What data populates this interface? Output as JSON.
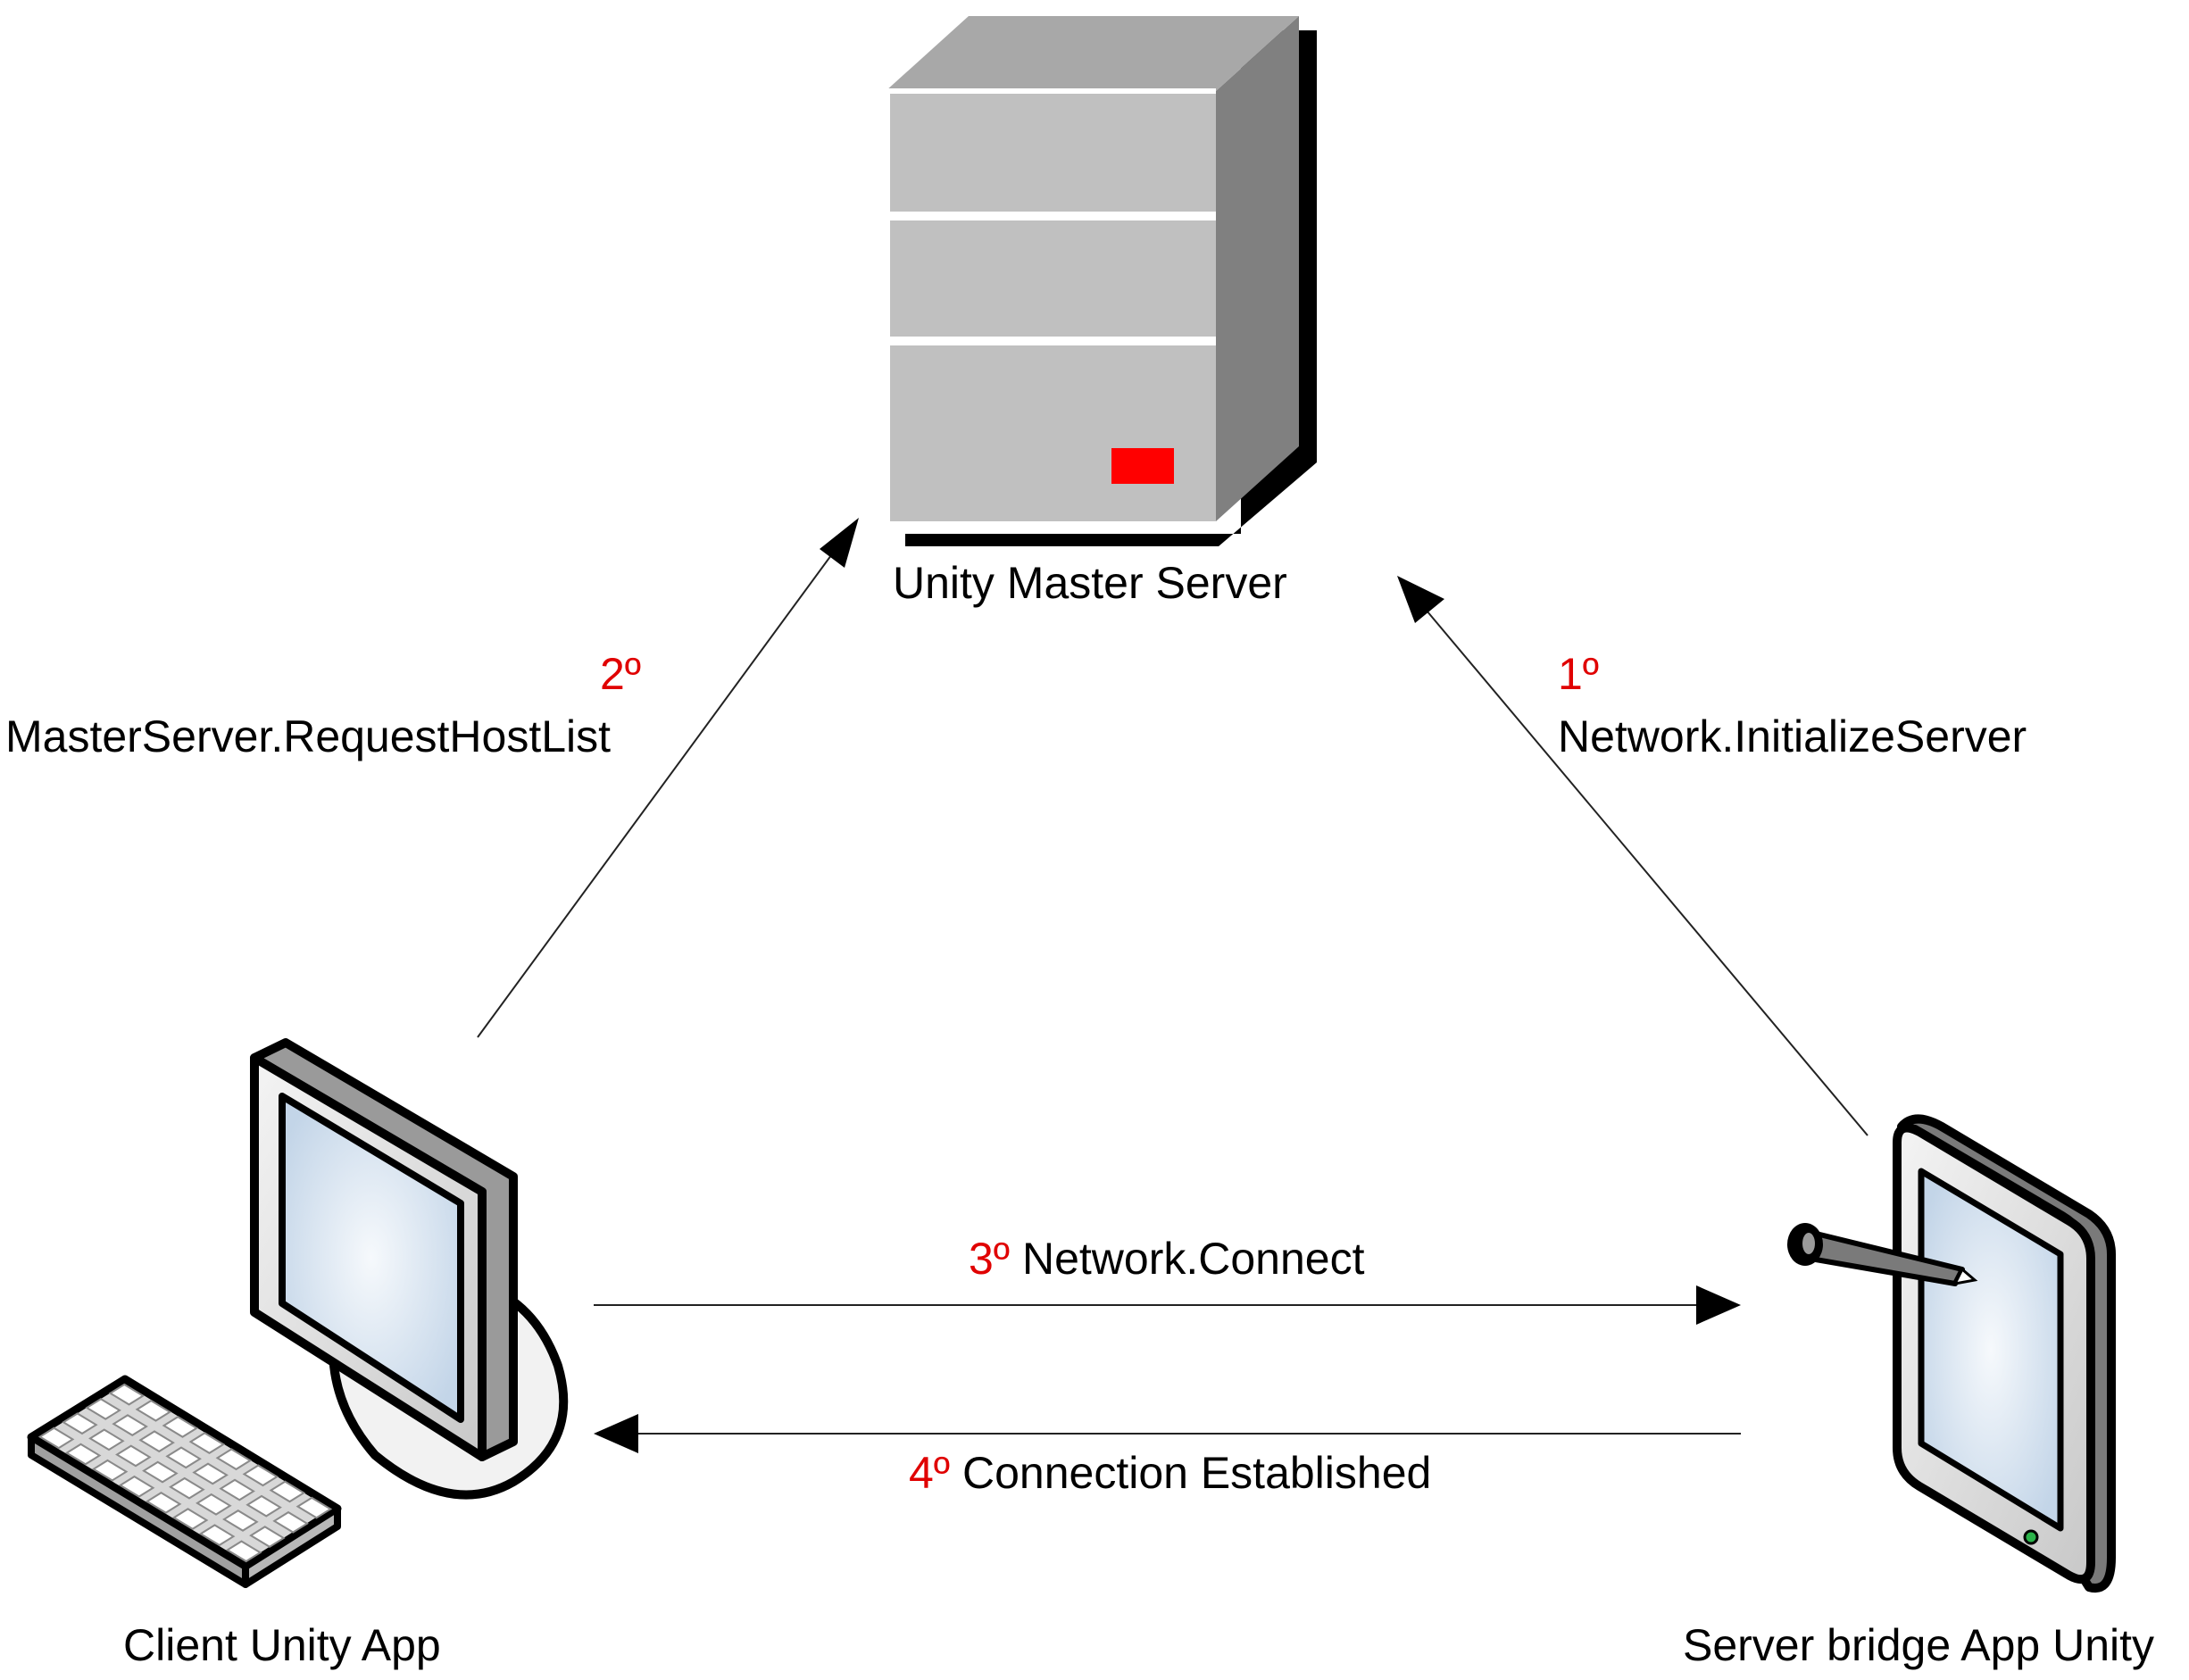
{
  "nodes": {
    "master": {
      "label": "Unity Master Server"
    },
    "client": {
      "label": "Client Unity App"
    },
    "bridge": {
      "label": "Server bridge App Unity"
    }
  },
  "edges": [
    {
      "from": "bridge",
      "to": "master",
      "step": "1º",
      "label": "Network.InitializeServer"
    },
    {
      "from": "client",
      "to": "master",
      "step": "2º",
      "label": "MasterServer.RequestHostList"
    },
    {
      "from": "client",
      "to": "bridge",
      "step": "3º",
      "label": "Network.Connect"
    },
    {
      "from": "bridge",
      "to": "client",
      "step": "4º",
      "label": "Connection Established"
    }
  ],
  "colors": {
    "step": "#e00000",
    "server_body": "#c0c0c0",
    "server_side": "#808080",
    "server_led": "#ff0000",
    "screen": "#dde8f3"
  },
  "icons": [
    "server-icon",
    "desktop-computer-icon",
    "keyboard-icon",
    "tablet-icon",
    "stylus-icon"
  ]
}
